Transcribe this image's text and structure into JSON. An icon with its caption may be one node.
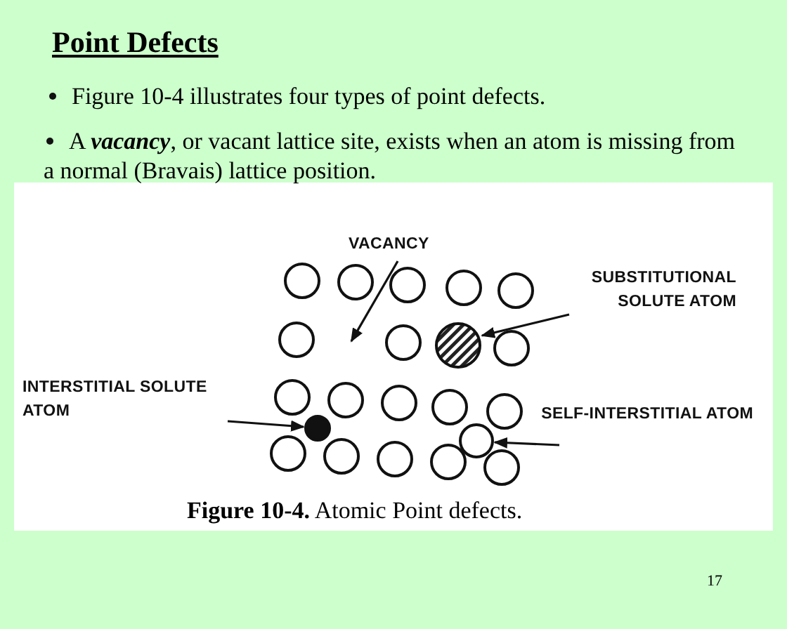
{
  "diagram": {
    "title": "Point Defects",
    "caption": "**Figure 10-4.** Atomic Point defects.",
    "nodes": [
      {
        "text": [
          "VACANCY"
        ]
      },
      {
        "text": [
          "SUBSTITUTIONAL SOLUTE ATOM"
        ]
      },
      {
        "text": [],
        "shape": "circle"
      },
      {
        "text": [
          "INTERSTITIAL SOLUTE ATOM"
        ]
      },
      {
        "text": [],
        "shape": "circle"
      },
      {
        "text": [
          "SELF-INTERSTITIAL ATOM"
        ]
      },
      {
        "text": [],
        "shape": "circle"
      }
    ],
    "edges": [
      {
        "from": 0,
        "to": null,
        "arrow": "to"
      },
      {
        "from": 1,
        "to": 2,
        "arrow": "to"
      },
      {
        "from": 3,
        "to": 4,
        "arrow": "to"
      },
      {
        "from": 5,
        "to": 6,
        "arrow": "to"
      }
    ],
    "labels": [
      "Figure 10-4 illustrates four types of point defects.",
      "A **vacancy**, or vacant lattice site, exists when an atom is missing from a normal (Bravais) lattice position.",
      "17"
    ]
  }
}
